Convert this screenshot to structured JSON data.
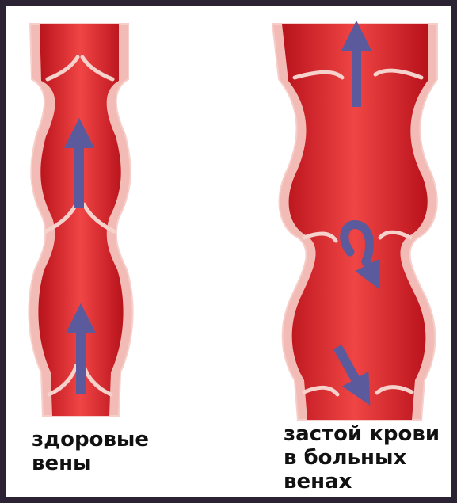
{
  "figure": {
    "panels": [
      {
        "id": "healthy",
        "caption_lines": [
          "здоровые",
          "вены"
        ],
        "valves": 2,
        "flow": [
          "up",
          "up"
        ]
      },
      {
        "id": "diseased",
        "caption_lines": [
          "застой крови",
          "в больных",
          "венах"
        ],
        "valves": 3,
        "flow": [
          "up",
          "swirl",
          "down"
        ]
      }
    ],
    "colors": {
      "frame": "#2b2233",
      "vessel_wall": "#f2b9b3",
      "blood_dark": "#c41821",
      "blood_light": "#ee3d3d",
      "lumen": "#d52027",
      "arrow": "#5a5a9c"
    }
  }
}
